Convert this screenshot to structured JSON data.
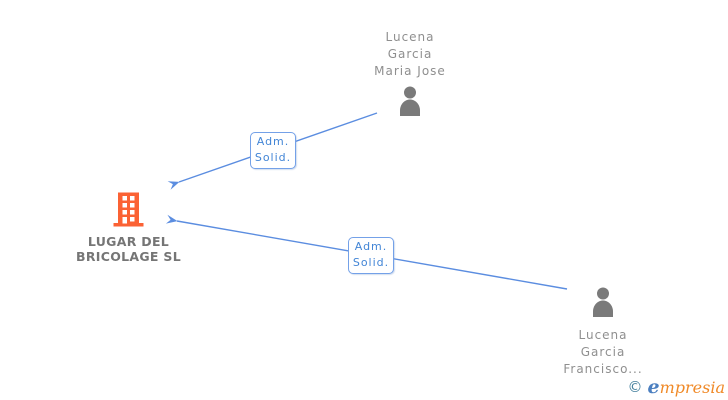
{
  "colors": {
    "canvas_background": "#FFFFFF",
    "edge_blue": "#5B8DE0",
    "edge_label_border": "#74A1E8",
    "edge_label_text": "#4285D6",
    "person_icon_gray": "#7A7A7A",
    "person_name_gray": "#8F8F8F",
    "company_name_gray": "#757575",
    "building_orange": "#FB6234",
    "logo_copyright_teal": "#44809E",
    "logo_e_blue": "#4B7FC0",
    "logo_text_orange": "#F08A28"
  },
  "nodes": {
    "person_top": {
      "type": "person",
      "name_line1": "Lucena",
      "name_line2": "Garcia",
      "name_line3": "Maria Jose"
    },
    "company": {
      "type": "company",
      "name_line1": "LUGAR DEL",
      "name_line2": "BRICOLAGE SL"
    },
    "person_bottom": {
      "type": "person",
      "name_line1": "Lucena",
      "name_line2": "Garcia",
      "name_line3": "Francisco..."
    }
  },
  "edges": [
    {
      "from": "person_top",
      "to": "company",
      "label_line1": "Adm.",
      "label_line2": "Solid."
    },
    {
      "from": "person_bottom",
      "to": "company",
      "label_line1": "Adm.",
      "label_line2": "Solid."
    }
  ],
  "footer": {
    "copyright_symbol": "©",
    "brand_initial": "e",
    "brand_rest": "mpresia"
  }
}
